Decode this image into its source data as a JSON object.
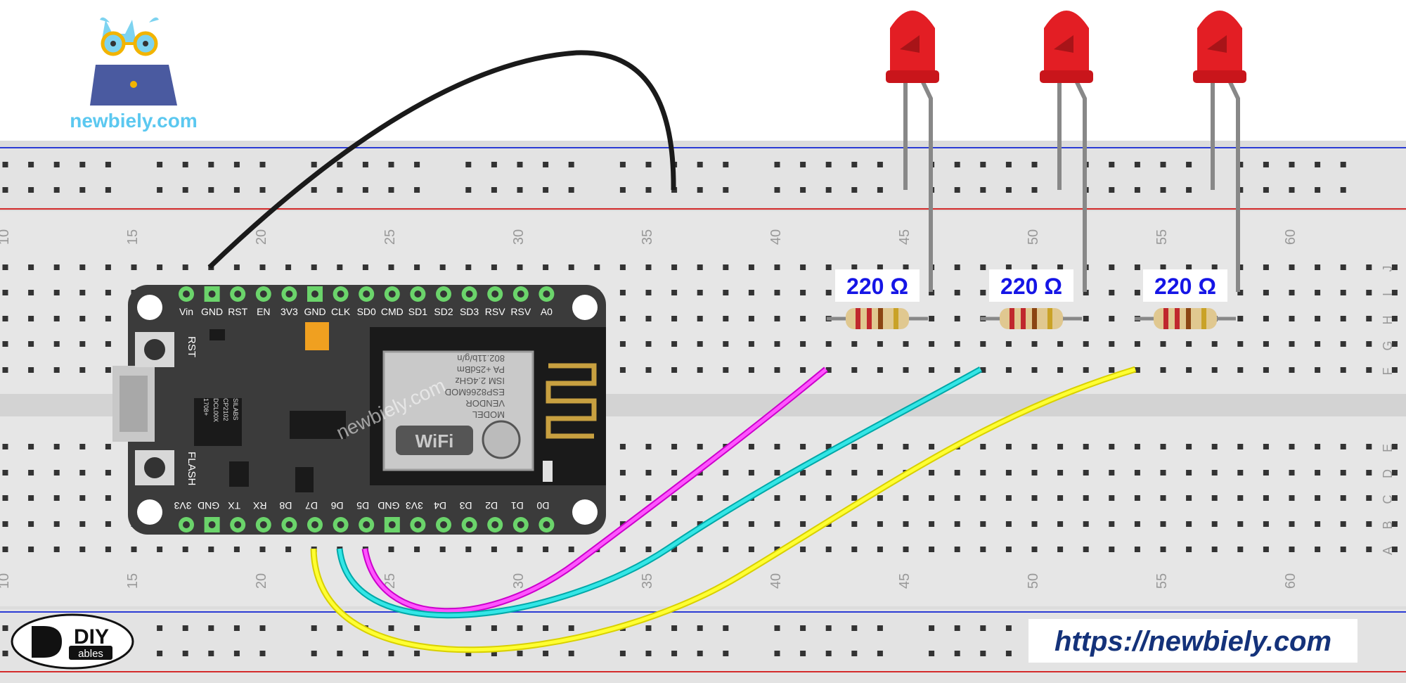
{
  "branding": {
    "logo_text": "newbiely.com",
    "website_url": "https://newbiely.com",
    "diy_logo": {
      "line1": "DIY",
      "line2": "ables"
    }
  },
  "board": {
    "top_pins": [
      "Vin",
      "GND",
      "RST",
      "EN",
      "3V3",
      "GND",
      "CLK",
      "SD0",
      "CMD",
      "SD1",
      "SD2",
      "SD3",
      "RSV",
      "RSV",
      "A0"
    ],
    "bottom_pins": [
      "3V3",
      "GND",
      "TX",
      "RX",
      "D8",
      "D7",
      "D6",
      "D5",
      "GND",
      "3V3",
      "D4",
      "D3",
      "D2",
      "D1",
      "D0"
    ],
    "buttons": [
      "RST",
      "FLASH"
    ],
    "module_text": [
      "MODEL",
      "VENDOR",
      "ESP8266MOD",
      "ISM 2.4GHz",
      "PA +25dBm",
      "802.11b/g/n"
    ],
    "chip_text": [
      "SILABS",
      "CP2102",
      "DCL00X",
      "1708+"
    ],
    "watermark": "newbiely.com"
  },
  "breadboard": {
    "column_numbers": [
      "10",
      "15",
      "20",
      "25",
      "30",
      "35",
      "40",
      "45",
      "50",
      "55",
      "60"
    ],
    "row_letters_top": [
      "J",
      "I",
      "H",
      "G",
      "F"
    ],
    "row_letters_bottom": [
      "E",
      "D",
      "C",
      "B",
      "A"
    ]
  },
  "components": {
    "resistor_labels": [
      "220 Ω",
      "220 Ω",
      "220 Ω"
    ],
    "led_color": "#e31e24"
  },
  "wires": [
    {
      "name": "gnd-wire",
      "color": "#1a1a1a",
      "from": "GND",
      "to": "ground rail"
    },
    {
      "name": "d5-wire",
      "color": "#ff00ff",
      "from": "D5",
      "to": "LED 1"
    },
    {
      "name": "d6-wire",
      "color": "#00c8c8",
      "from": "D6",
      "to": "LED 2"
    },
    {
      "name": "d7-wire",
      "color": "#f5f000",
      "from": "D7",
      "to": "LED 3"
    }
  ]
}
